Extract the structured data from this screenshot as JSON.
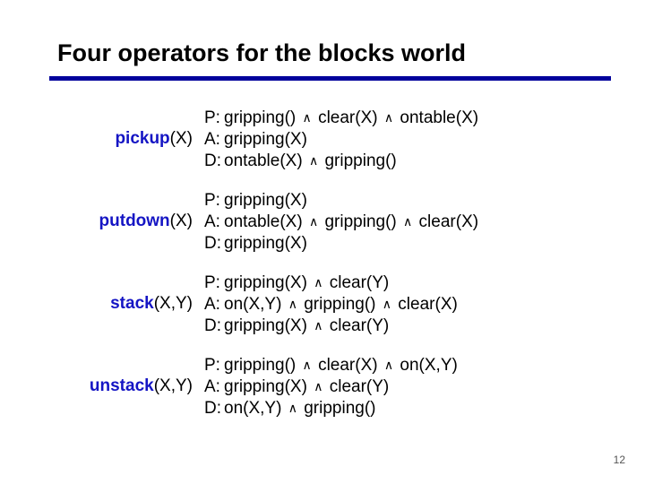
{
  "slide": {
    "title": "Four operators for the blocks world",
    "page_number": "12",
    "accent_color": "#00009c",
    "operator_name_color": "#1515c4",
    "text_color": "#000000",
    "background_color": "#ffffff",
    "conjunction_symbol": "∧"
  },
  "operators": [
    {
      "name": "pickup",
      "args": "(X)",
      "preconditions": {
        "label": "P:",
        "text": "gripping() ∧ clear(X) ∧ ontable(X)"
      },
      "add": {
        "label": "A:",
        "text": "gripping(X)"
      },
      "delete": {
        "label": "D:",
        "text": "ontable(X) ∧ gripping()"
      }
    },
    {
      "name": "putdown",
      "args": "(X)",
      "preconditions": {
        "label": "P:",
        "text": "gripping(X)"
      },
      "add": {
        "label": "A:",
        "text": "ontable(X) ∧ gripping() ∧ clear(X)"
      },
      "delete": {
        "label": "D:",
        "text": "gripping(X)"
      }
    },
    {
      "name": "stack",
      "args": "(X,Y)",
      "preconditions": {
        "label": "P:",
        "text": "gripping(X) ∧ clear(Y)"
      },
      "add": {
        "label": "A:",
        "text": "on(X,Y) ∧ gripping() ∧ clear(X)"
      },
      "delete": {
        "label": "D:",
        "text": "gripping(X) ∧ clear(Y)"
      }
    },
    {
      "name": "unstack",
      "args": "(X,Y)",
      "preconditions": {
        "label": "P:",
        "text": "gripping() ∧ clear(X) ∧ on(X,Y)"
      },
      "add": {
        "label": "A:",
        "text": "gripping(X) ∧ clear(Y)"
      },
      "delete": {
        "label": "D:",
        "text": "on(X,Y) ∧ gripping()"
      }
    }
  ]
}
